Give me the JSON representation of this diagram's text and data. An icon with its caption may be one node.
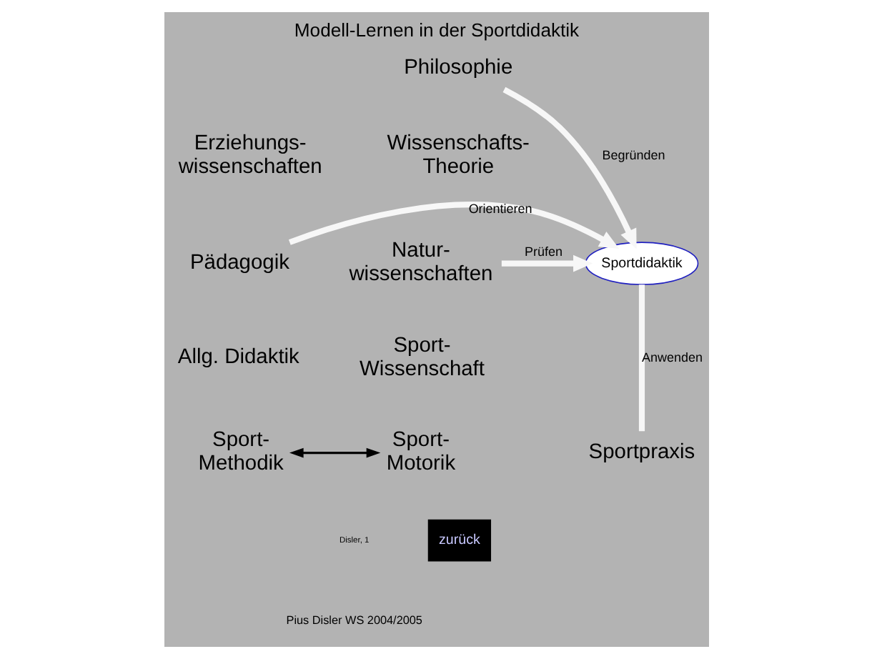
{
  "diagram": {
    "title": "Modell-Lernen in der Sportdidaktik",
    "caption": "Pius Disler WS 2004/2005",
    "nodes": [
      {
        "text": [
          "Philosophie"
        ]
      },
      {
        "text": [
          "Sportdidaktik"
        ]
      },
      {
        "text": [
          "Pädagogik"
        ]
      },
      {
        "text": [
          "Natur- wissenschaften"
        ]
      },
      {
        "text": [
          "Sport- Methodik"
        ]
      },
      {
        "text": [
          "Sportpraxis"
        ]
      },
      {
        "text": [
          "Sport- Motorik"
        ]
      }
    ],
    "edges": [
      {
        "from": 0,
        "to": 1,
        "arrow": "to",
        "label": "Begründen"
      },
      {
        "from": 2,
        "to": 1,
        "arrow": "to",
        "label": "Orientieren"
      },
      {
        "from": 3,
        "to": 1,
        "arrow": "to",
        "label": "Prüfen"
      },
      {
        "from": 1,
        "to": 5,
        "arrow": "none",
        "label": "Anwenden"
      },
      {
        "from": 4,
        "to": 6,
        "arrow": "both",
        "color": "#000000"
      }
    ],
    "labels": [
      "Erziehungs- wissenschaften",
      "Wissenschafts- Theorie",
      "Sport- Wissenschaft",
      "Allg. Didaktik",
      "Disler, 1",
      "zurück"
    ]
  }
}
